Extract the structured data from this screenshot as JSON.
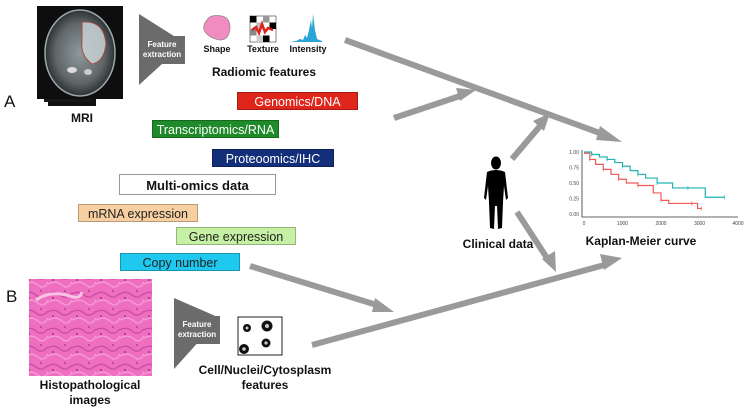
{
  "panels": {
    "a": "A",
    "b": "B"
  },
  "mri": {
    "label": "MRI"
  },
  "feature_extraction": {
    "label_top": "Feature extraction",
    "label_bottom": "Feature extraction"
  },
  "radiomics": {
    "title": "Radiomic features",
    "items": [
      {
        "label": "Shape",
        "icon": "shape-blob-icon"
      },
      {
        "label": "Texture",
        "icon": "texture-grid-icon"
      },
      {
        "label": "Intensity",
        "icon": "histogram-icon"
      }
    ]
  },
  "omics": {
    "title": "Multi-omics data",
    "boxes": [
      {
        "label": "Genomics/DNA",
        "bg": "#e0251b",
        "fg": "#ffffff"
      },
      {
        "label": "Transcriptomics/RNA",
        "bg": "#1f8a2a",
        "fg": "#ffffff"
      },
      {
        "label": "Proteoomics/IHC",
        "bg": "#142f7a",
        "fg": "#ffffff"
      },
      {
        "label": "mRNA expression",
        "bg": "#f7cfa0",
        "fg": "#222222"
      },
      {
        "label": "Gene expression",
        "bg": "#c6f0a4",
        "fg": "#222222"
      },
      {
        "label": "Copy number",
        "bg": "#1ec8ee",
        "fg": "#222222"
      }
    ]
  },
  "clinical": {
    "label": "Clinical data"
  },
  "histo": {
    "label_line1": "Histopathological",
    "label_line2": "images"
  },
  "cell_features": {
    "label_line1": "Cell/Nuclei/Cytosplasm",
    "label_line2": "features"
  },
  "km": {
    "label": "Kaplan-Meier curve",
    "chart_data": {
      "type": "line",
      "title": "",
      "xlabel": "",
      "ylabel": "",
      "xlim": [
        0,
        4000
      ],
      "ylim": [
        0,
        1
      ],
      "x_ticks": [
        "0",
        "1000",
        "2000",
        "3000",
        "4000"
      ],
      "y_ticks": [
        "0.00",
        "0.25",
        "0.50",
        "0.75",
        "1.00"
      ],
      "series": [
        {
          "name": "group-teal",
          "color": "#1fb3b3",
          "x": [
            0,
            200,
            400,
            600,
            800,
            1000,
            1200,
            1400,
            1600,
            1900,
            2300,
            2700,
            3150,
            3650
          ],
          "y": [
            1.0,
            0.96,
            0.92,
            0.88,
            0.83,
            0.77,
            0.7,
            0.64,
            0.58,
            0.5,
            0.42,
            0.42,
            0.27,
            0.27
          ]
        },
        {
          "name": "group-red",
          "color": "#ee5a5a",
          "x": [
            0,
            150,
            300,
            500,
            700,
            900,
            1100,
            1400,
            1800,
            2000,
            2200,
            2800,
            2950,
            3050
          ],
          "y": [
            0.98,
            0.88,
            0.8,
            0.72,
            0.64,
            0.56,
            0.5,
            0.46,
            0.34,
            0.22,
            0.17,
            0.17,
            0.09,
            0.09
          ]
        }
      ]
    }
  },
  "colors": {
    "arrow": "#9a9a9a",
    "extractor": "#6b6b6b"
  }
}
